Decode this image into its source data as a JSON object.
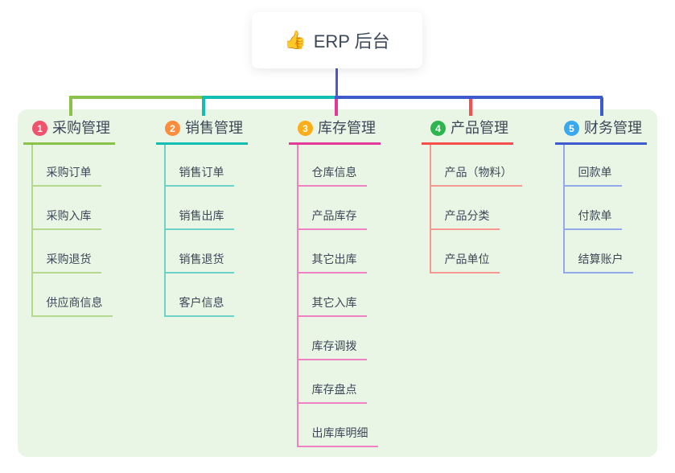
{
  "root": {
    "icon": "👍",
    "label": "ERP 后台"
  },
  "colors": {
    "page_bg": "#ffffff",
    "panel_bg": "#eaf6e5",
    "text": "#3c4858",
    "root_connector": "#4b58ce"
  },
  "branches": [
    {
      "num": "1",
      "label": "采购管理",
      "badge_color": "#f0536b",
      "line_color": "#8bc34a",
      "child_line_color": "#b4d98c",
      "children": [
        "采购订单",
        "采购入库",
        "采购退货",
        "供应商信息"
      ]
    },
    {
      "num": "2",
      "label": "销售管理",
      "badge_color": "#fb8d3d",
      "line_color": "#13bdb1",
      "child_line_color": "#6fd2c9",
      "children": [
        "销售订单",
        "销售出库",
        "销售退货",
        "客户信息"
      ]
    },
    {
      "num": "3",
      "label": "库存管理",
      "badge_color": "#fbae17",
      "line_color": "#e23a97",
      "child_line_color": "#ee82c3",
      "children": [
        "仓库信息",
        "产品库存",
        "其它出库",
        "其它入库",
        "库存调拨",
        "库存盘点",
        "出库库明细"
      ]
    },
    {
      "num": "4",
      "label": "产品管理",
      "badge_color": "#2eb550",
      "line_color": "#f5504d",
      "child_line_color": "#f49a90",
      "children": [
        "产品（物料）",
        "产品分类",
        "产品单位"
      ]
    },
    {
      "num": "5",
      "label": "财务管理",
      "badge_color": "#38a9ee",
      "line_color": "#3d5ace",
      "child_line_color": "#94a9ec",
      "children": [
        "回款单",
        "付款单",
        "结算账户"
      ]
    }
  ]
}
